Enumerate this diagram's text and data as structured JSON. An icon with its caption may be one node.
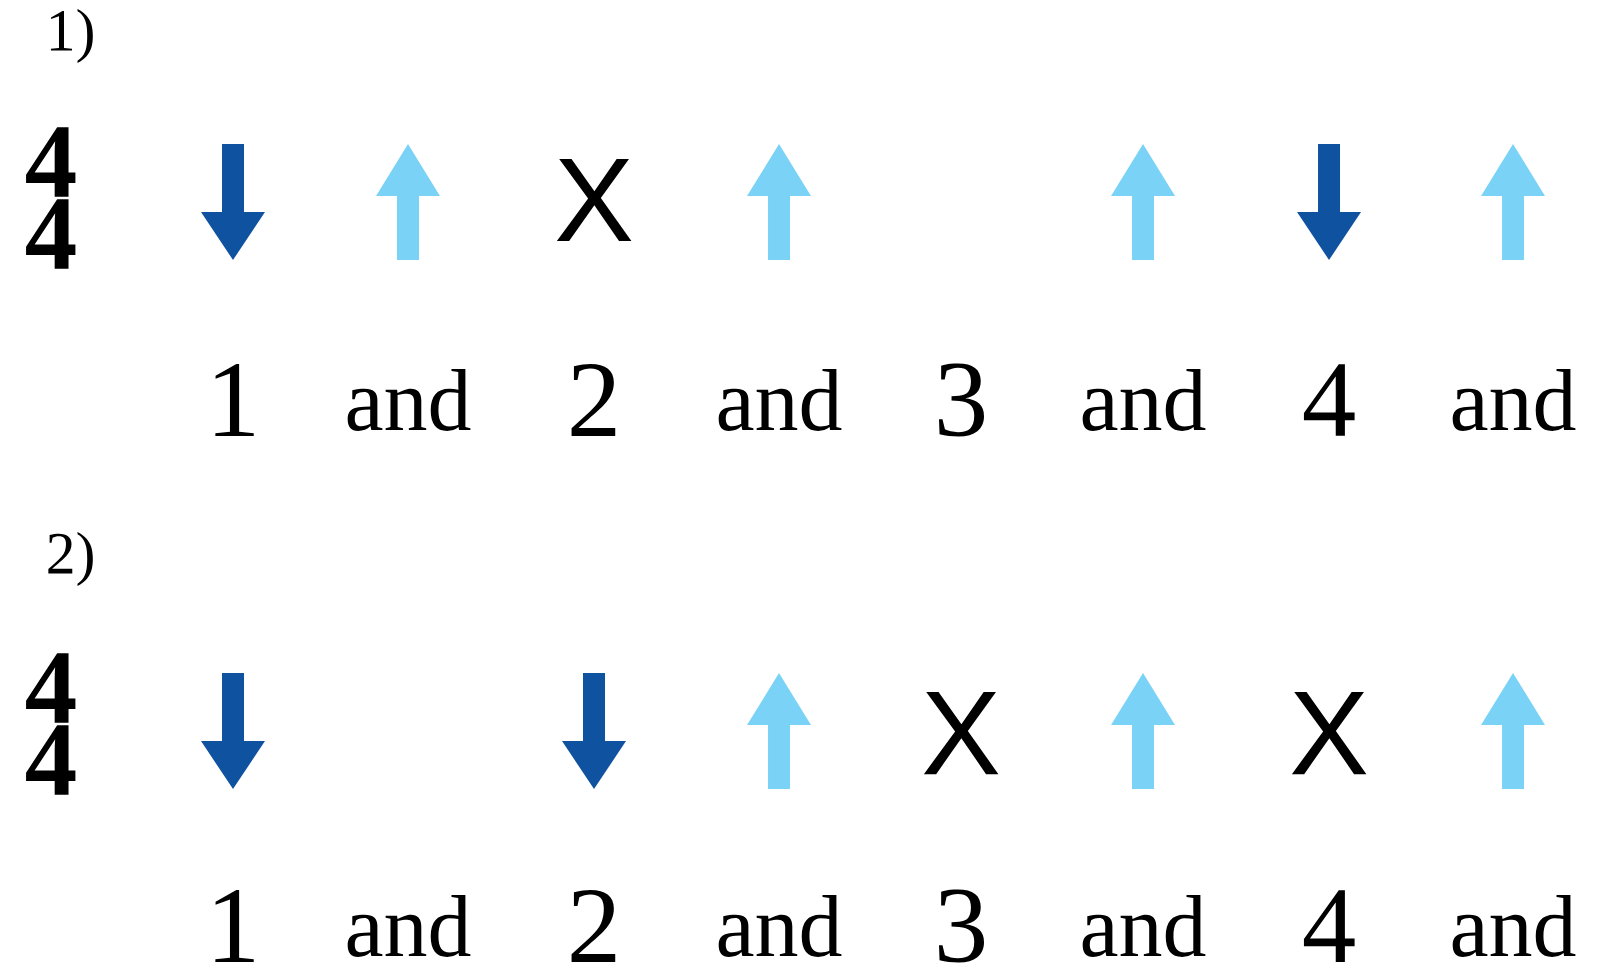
{
  "diagram": {
    "labels": [
      "1)",
      "4",
      "4",
      "X",
      "1",
      "and",
      "2",
      "and",
      "3",
      "and",
      "4",
      "and",
      "2)",
      "4",
      "4",
      "X",
      "X",
      "1",
      "and",
      "2",
      "and",
      "3",
      "and",
      "4",
      "and"
    ]
  }
}
